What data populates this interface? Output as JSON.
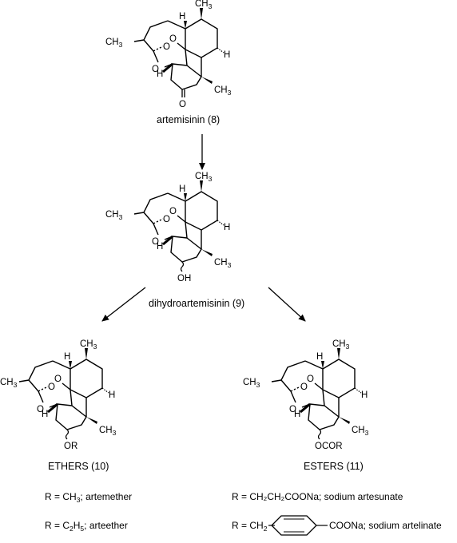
{
  "diagram": {
    "artemisinin": {
      "caption": "artemisinin (8)",
      "carbonyl_o": "O",
      "substituent": ""
    },
    "dha": {
      "caption": "dihydroartemisinin (9)",
      "substituent": "OH"
    },
    "ethers": {
      "caption": "ETHERS (10)",
      "substituent": "OR",
      "defs": [
        {
          "prefix": "R = CH",
          "sub": "3",
          "suffix": "; artemether"
        },
        {
          "prefix": "R = C",
          "sub": "2",
          "mid": "H",
          "sub2": "5",
          "suffix": "; arteether"
        }
      ]
    },
    "esters": {
      "caption": "ESTERS (11)",
      "substituent": "OCOR",
      "defs": [
        {
          "text": "R = CH₂CH₂COONa; sodium artesunate"
        },
        {
          "prefix": "R = CH",
          "sub": "2",
          "suffix": "COONa; sodium artelinate"
        }
      ]
    },
    "atoms": {
      "methyl": "CH",
      "methyl_sub": "3",
      "hydrogen": "H",
      "oxygen": "O"
    }
  }
}
